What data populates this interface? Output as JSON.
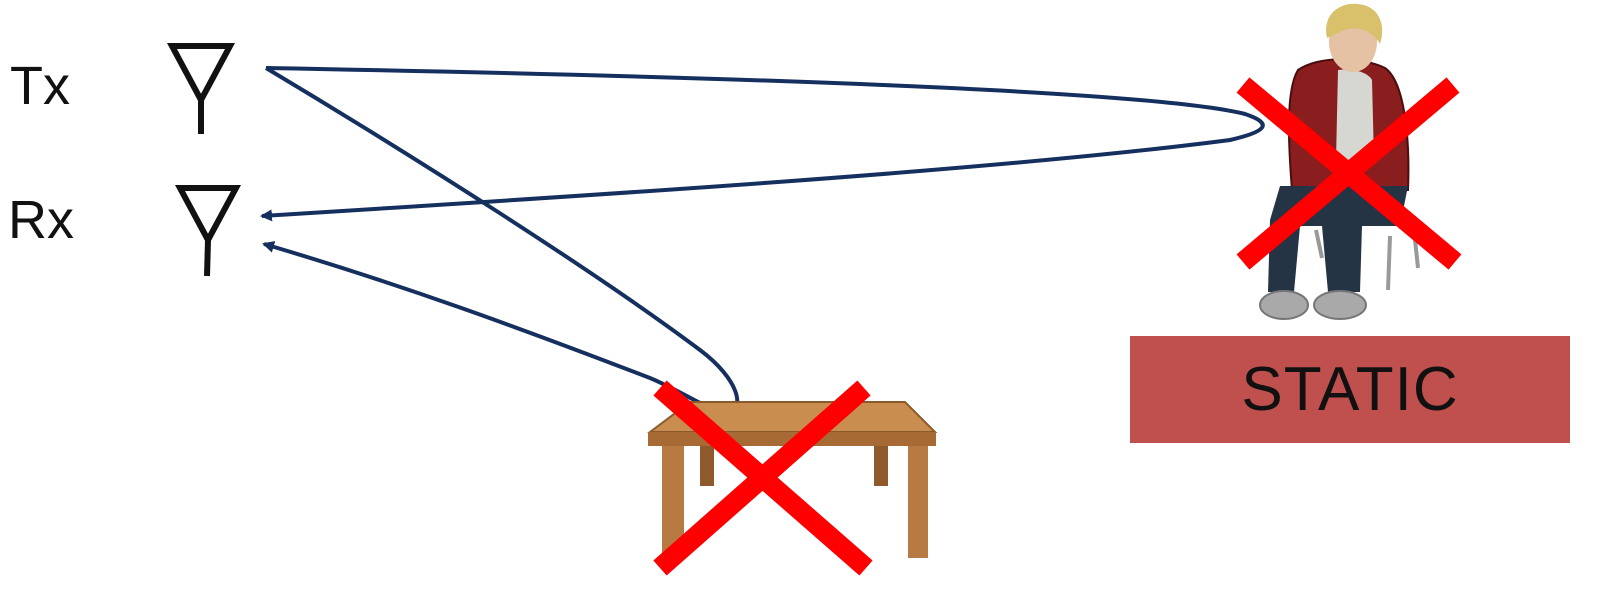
{
  "labels": {
    "tx": "Tx",
    "rx": "Rx"
  },
  "status": {
    "text": "STATIC",
    "color": "#c0504d"
  },
  "colors": {
    "path": "#15305e",
    "cross": "#ff0000"
  },
  "objects": [
    {
      "name": "person-seated",
      "crossed": true
    },
    {
      "name": "table",
      "crossed": true
    }
  ],
  "paths": [
    {
      "from": "tx-antenna",
      "via": "person-seated",
      "to": "rx-antenna"
    },
    {
      "from": "tx-antenna",
      "via": "table",
      "to": "rx-antenna"
    }
  ]
}
